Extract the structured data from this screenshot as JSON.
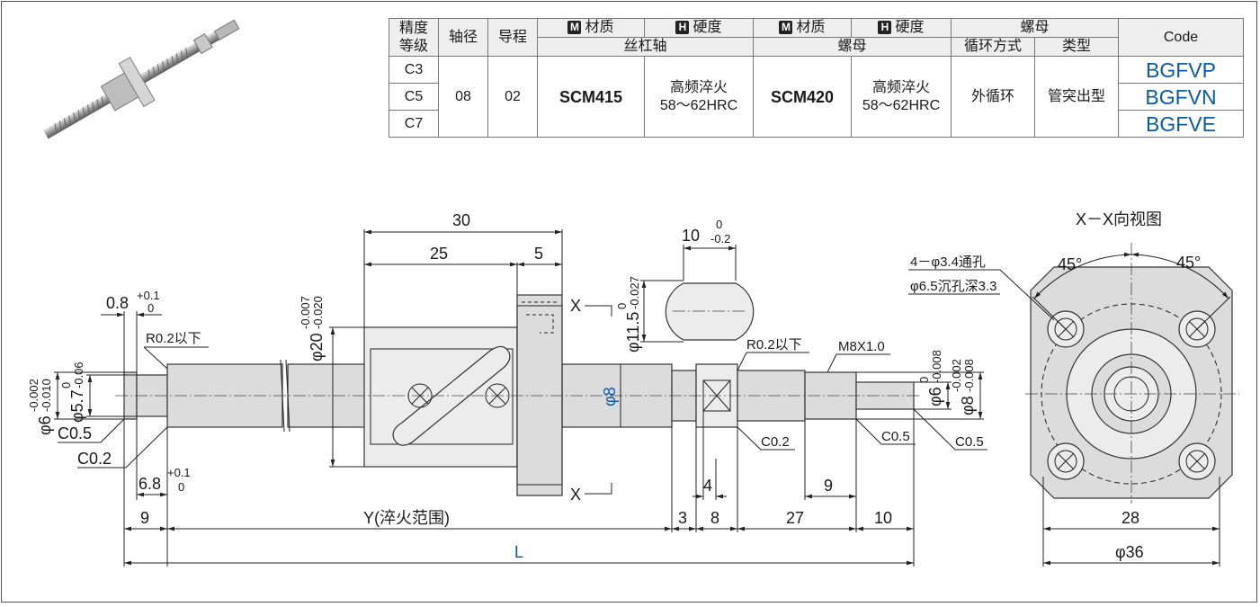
{
  "table": {
    "h_precision": "精度等级",
    "h_precision_1": "精度",
    "h_precision_2": "等级",
    "h_shaft_dia": "轴径",
    "h_lead": "导程",
    "h_material": "材质",
    "h_hardness": "硬度",
    "badge_m": "M",
    "badge_h": "H",
    "h_screw_shaft": "丝杠轴",
    "h_nut": "螺母",
    "h_nut_group": "螺母",
    "h_circulation": "循环方式",
    "h_type": "类型",
    "h_code": "Code",
    "grades": [
      "C3",
      "C5",
      "C7"
    ],
    "shaft_dia": "08",
    "lead": "02",
    "shaft_material": "SCM415",
    "shaft_hardness_1": "高频淬火",
    "shaft_hardness_2": "58～62HRC",
    "nut_material": "SCM420",
    "nut_hardness_1": "高频淬火",
    "nut_hardness_2": "58～62HRC",
    "circulation": "外循环",
    "type": "管突出型",
    "codes": [
      "BGFVP",
      "BGFVN",
      "BGFVE"
    ]
  },
  "drawing": {
    "d_30": "30",
    "d_25": "25",
    "d_5": "5",
    "d_08": "0.8",
    "d_08_tol_up": "+0.1",
    "d_08_tol_lo": "0",
    "r02": "R0.2以下",
    "r02b": "R0.2以下",
    "m8": "M8X1.0",
    "phi20": "φ20",
    "phi20_tol_up": "-0.007",
    "phi20_tol_lo": "-0.020",
    "phi6l": "φ6",
    "phi6l_tol_up": "-0.002",
    "phi6l_tol_lo": "-0.010",
    "phi57": "φ5.7",
    "phi57_tol_up": "0",
    "phi57_tol_lo": "-0.06",
    "phi8_mid": "φ8",
    "phi6r": "φ6",
    "phi6r_tol_up": "0",
    "phi6r_tol_lo": "-0.008",
    "phi8r": "φ8",
    "phi8r_tol_up": "-0.002",
    "phi8r_tol_lo": "-0.008",
    "c05a": "C0.5",
    "c02a": "C0.2",
    "c02b": "C0.2",
    "c05b": "C0.5",
    "c05c": "C0.5",
    "d_68": "6.8",
    "d_68_tol_up": "+0.1",
    "d_68_tol_lo": "0",
    "d_9": "9",
    "y_range": "Y(淬火范围)",
    "d_3": "3",
    "d_8": "8",
    "d_27": "27",
    "d_10": "10",
    "d_4": "4",
    "d_9b": "9",
    "L": "L",
    "section_x_top": "X",
    "section_x_bottom": "X",
    "flat_10": "10",
    "flat_10_tol_up": "0",
    "flat_10_tol_lo": "-0.2",
    "phi115": "φ11.5",
    "phi115_tol_up": "0",
    "phi115_tol_lo": "-0.027",
    "view_title": "X－X向视图",
    "holes_1": "4－φ3.4通孔",
    "holes_2": "φ6.5沉孔深3.3",
    "angle_1": "45°",
    "angle_2": "45°",
    "d_28": "28",
    "phi36": "φ36"
  }
}
